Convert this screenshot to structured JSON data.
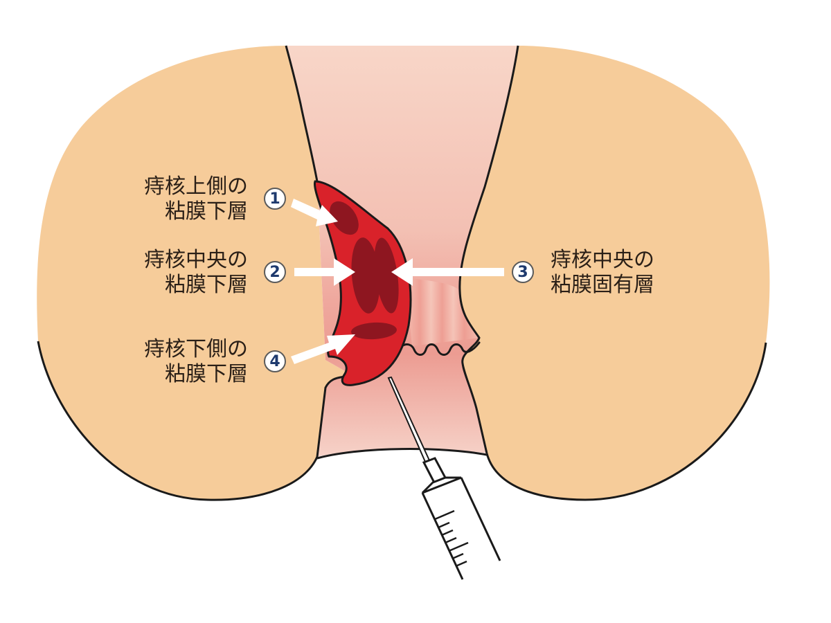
{
  "diagram": {
    "subject": "hemorrhoid injection sites (anal canal cross-section)",
    "colors": {
      "skin": "#F6CC9A",
      "canal_upper": "#F7D2C2",
      "canal_lower": "#EDA095",
      "hemorrhoid": "#D9222A",
      "hemorrhoid_dark": "#8E1620",
      "outline": "#1a1a1a",
      "arrow": "#ffffff",
      "badge_number": "#1E3A6E"
    },
    "labels": [
      {
        "id": "1",
        "badge": "1",
        "line1": "痔核上側の",
        "line2": "粘膜下層"
      },
      {
        "id": "2",
        "badge": "2",
        "line1": "痔核中央の",
        "line2": "粘膜下層"
      },
      {
        "id": "3",
        "badge": "3",
        "line1": "痔核中央の",
        "line2": "粘膜固有層"
      },
      {
        "id": "4",
        "badge": "4",
        "line1": "痔核下側の",
        "line2": "粘膜下層"
      }
    ],
    "elements": {
      "left_buttock": "left-buttock",
      "right_buttock": "right-buttock",
      "anal_canal": "anal-canal",
      "hemorrhoid": "internal-hemorrhoid",
      "dentate_line": "dentate-line",
      "syringe": "syringe"
    }
  }
}
